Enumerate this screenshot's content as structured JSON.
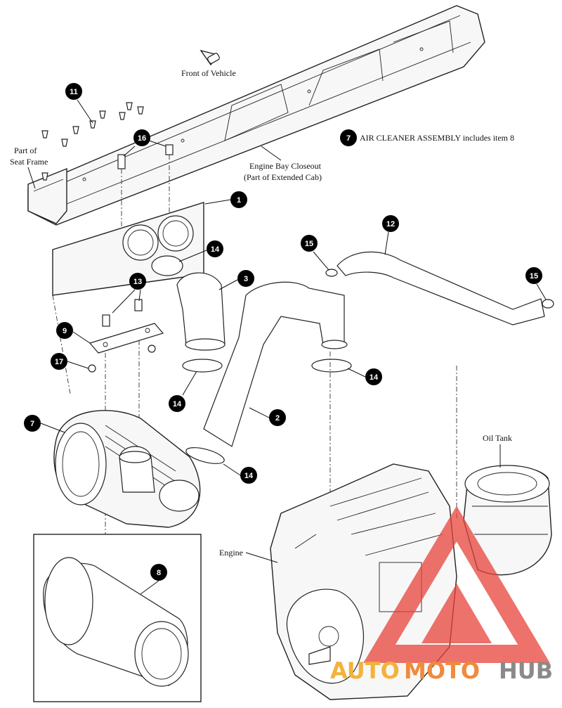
{
  "labels": {
    "front_of_vehicle": "Front of Vehicle",
    "part_of": "Part of",
    "seat_frame": "Seat Frame",
    "engine_bay_closeout": "Engine Bay Closeout",
    "extended_cab": "(Part of Extended Cab)",
    "assembly_note": "AIR CLEANER ASSEMBLY includes item 8",
    "oil_tank": "Oil Tank",
    "engine": "Engine"
  },
  "callouts": {
    "c1": "1",
    "c2": "2",
    "c3": "3",
    "c7": "7",
    "c7_note": "7",
    "c8": "8",
    "c9": "9",
    "c11": "11",
    "c12": "12",
    "c13": "13",
    "c14_a": "14",
    "c14_b": "14",
    "c14_c": "14",
    "c14_d": "14",
    "c15_a": "15",
    "c15_b": "15",
    "c16": "16",
    "c17": "17"
  },
  "watermark": {
    "auto": "AUTO",
    "moto": "MOTO",
    "hub": "HUB"
  },
  "colors": {
    "ink": "#111111",
    "callout_fill": "#000000",
    "watermark_triangle": "#e8443a"
  }
}
